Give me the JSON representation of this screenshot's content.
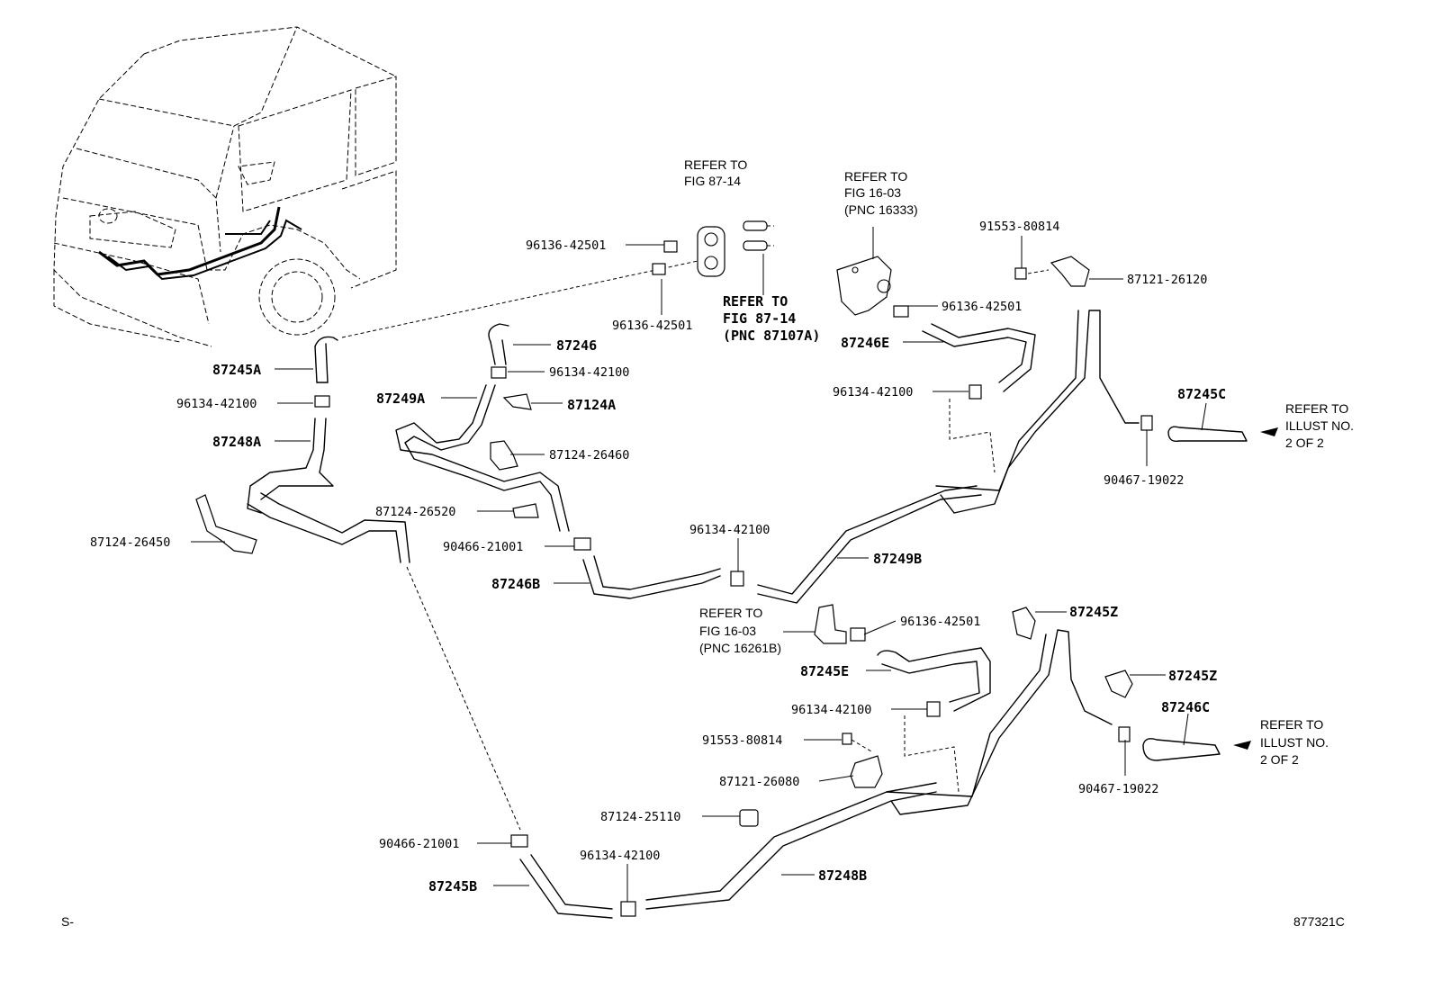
{
  "labels": {
    "p87245A": "87245A",
    "p96134_a": "96134-42100",
    "p87248A": "87248A",
    "p87124_26450": "87124-26450",
    "p96136_a": "96136-42501",
    "p96136_b": "96136-42501",
    "p87246": "87246",
    "p96134_b": "96134-42100",
    "p87249A": "87249A",
    "p87124A": "87124A",
    "p87124_26460": "87124-26460",
    "p87124_26520": "87124-26520",
    "p90466_a": "90466-21001",
    "p87246B": "87246B",
    "p96134_c": "96134-42100",
    "p87249B": "87249B",
    "p96136_c": "96136-42501",
    "p87246E": "87246E",
    "p96134_d": "96134-42100",
    "p91553_a": "91553-80814",
    "p87121_26120": "87121-26120",
    "p87245C": "87245C",
    "p90467_a": "90467-19022",
    "p96136_d": "96136-42501",
    "p87245Z_a": "87245Z",
    "p87245E": "87245E",
    "p87245Z_b": "87245Z",
    "p87246C": "87246C",
    "p96134_e": "96134-42100",
    "p91553_b": "91553-80814",
    "p87121_26080": "87121-26080",
    "p90467_b": "90467-19022",
    "p87124_25110": "87124-25110",
    "p90466_b": "90466-21001",
    "p96134_f": "96134-42100",
    "p87245B": "87245B",
    "p87248B": "87248B"
  },
  "refs": {
    "r1_l1": "REFER TO",
    "r1_l2": "FIG 87-14",
    "r2_l1": "REFER TO",
    "r2_l2": "FIG 87-14",
    "r2_l3": "(PNC 87107A)",
    "r3_l1": "REFER TO",
    "r3_l2": "FIG 16-03",
    "r3_l3": "(PNC 16333)",
    "r4_l1": "REFER TO",
    "r4_l2": "FIG 16-03",
    "r4_l3": "(PNC 16261B)",
    "r5_l1": "REFER TO",
    "r5_l2": "ILLUST NO.",
    "r5_l3": "2 OF 2",
    "r6_l1": "REFER TO",
    "r6_l2": "ILLUST NO.",
    "r6_l3": "2 OF 2"
  },
  "footer": {
    "left": "S-",
    "right": "877321C"
  }
}
